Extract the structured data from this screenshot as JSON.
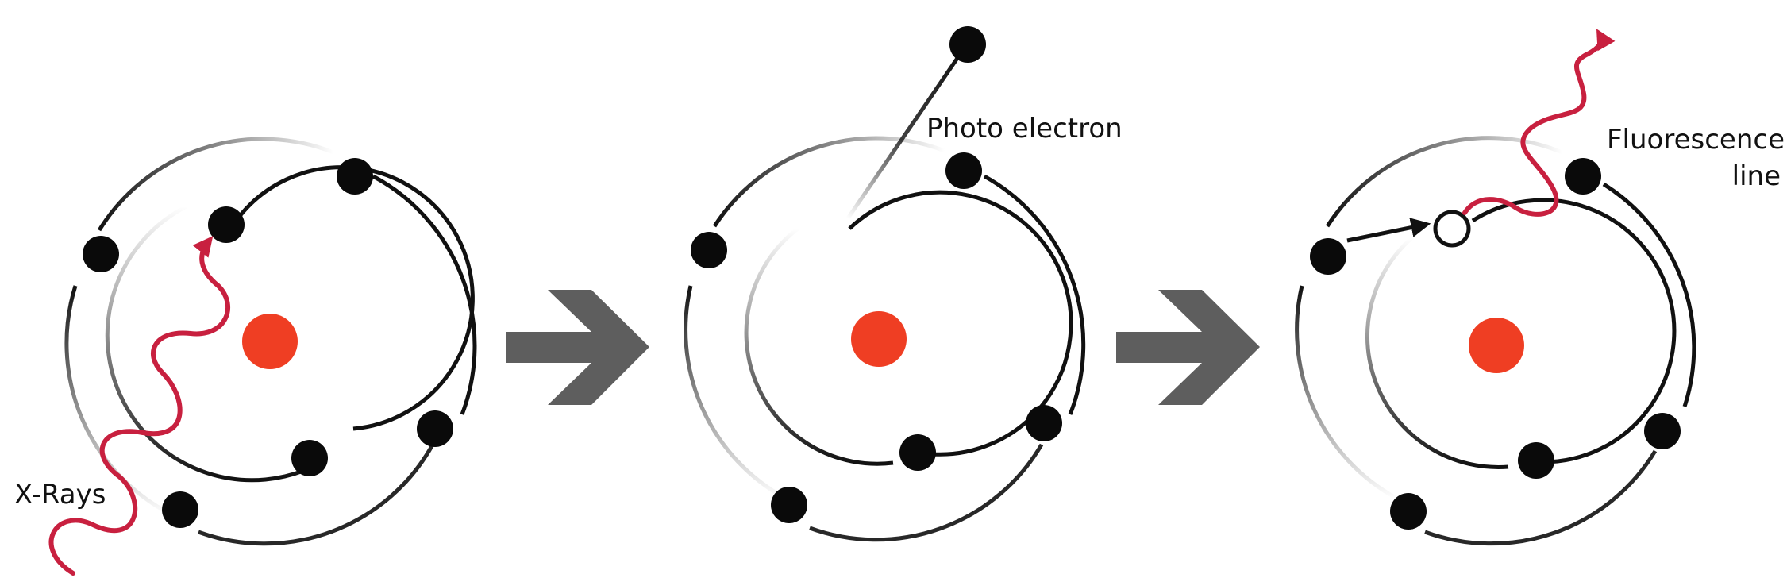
{
  "labels": {
    "xrays": "X-Rays",
    "photo_electron": "Photo electron",
    "fluorescence_line1": "Fluorescence",
    "fluorescence_line2": "line"
  },
  "colors": {
    "nucleus": "#ef3e23",
    "electron": "#0a0a0a",
    "orbit": "#111111",
    "wave": "#c8203f",
    "arrow": "#5e5e5e",
    "background": "#ffffff"
  },
  "panels": [
    {
      "name": "ionization",
      "description_icon": "atom-icon"
    },
    {
      "name": "photoelectron-ejection",
      "description_icon": "atom-icon"
    },
    {
      "name": "fluorescence-emission",
      "description_icon": "atom-icon"
    }
  ]
}
